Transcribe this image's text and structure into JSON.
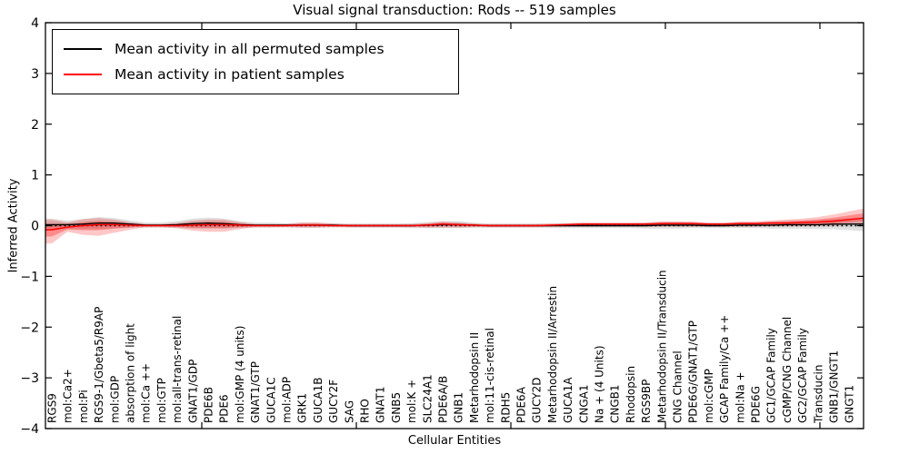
{
  "chart_data": {
    "type": "line",
    "title": "Visual signal transduction: Rods -- 519 samples",
    "xlabel": "Cellular Entities",
    "ylabel": "Inferred Activity",
    "ylim": [
      -4,
      4
    ],
    "ytick_values": [
      4,
      3,
      2,
      1,
      0,
      -1,
      -2,
      -3,
      -4
    ],
    "ytick_labels": [
      "4",
      "3",
      "2",
      "1",
      "0",
      "−1",
      "−2",
      "−3",
      "−4"
    ],
    "grid": false,
    "legend_position": "upper left",
    "zero_line": {
      "style": "dotted",
      "color": "#000000",
      "y": 0
    },
    "categories": [
      "RGS9",
      "mol:Ca2+",
      "mol:Pi",
      "RGS9-1/Gbeta5/R9AP",
      "mol:GDP",
      "absorption of light",
      "mol:Ca ++",
      "mol:GTP",
      "mol:all-trans-retinal",
      "GNAT1/GDP",
      "PDE6B",
      "PDE6",
      "mol:GMP (4 units)",
      "GNAT1/GTP",
      "GUCA1C",
      "mol:ADP",
      "GRK1",
      "GUCA1B",
      "GUCY2F",
      "SAG",
      "RHO",
      "GNAT1",
      "GNB5",
      "mol:K +",
      "SLC24A1",
      "PDE6A/B",
      "GNB1",
      "Metarhodopsin II",
      "mol:11-cis-retinal",
      "RDH5",
      "PDE6A",
      "GUCY2D",
      "Metarhodopsin II/Arrestin",
      "GUCA1A",
      "CNGA1",
      "Na + (4 Units)",
      "CNGB1",
      "Rhodopsin",
      "RGS9BP",
      "Metarhodopsin II/Transducin",
      "CNG Channel",
      "PDE6G/GNAT1/GTP",
      "mol:cGMP",
      "GCAP Family/Ca ++",
      "mol:Na +",
      "PDE6G",
      "GC1/GCAP Family",
      "cGMP/CNG Channel",
      "GC2/GCAP Family",
      "Transducin",
      "GNB1/GNGT1",
      "GNGT1"
    ],
    "series": [
      {
        "name": "Mean activity in all permuted samples",
        "color": "#000000",
        "band_color": "#bdbdbd",
        "values": [
          0.02,
          0.02,
          0.03,
          0.05,
          0.05,
          0.03,
          0.01,
          0.01,
          0.02,
          0.04,
          0.05,
          0.04,
          0.02,
          0.01,
          0.01,
          0.01,
          0.01,
          0.01,
          0.01,
          0.0,
          0.0,
          0.0,
          0.0,
          0.0,
          0.01,
          0.02,
          0.02,
          0.01,
          0.0,
          0.0,
          0.0,
          0.0,
          0.0,
          0.0,
          0.0,
          0.0,
          0.0,
          0.0,
          0.0,
          0.01,
          0.01,
          0.01,
          0.0,
          0.0,
          0.01,
          0.01,
          0.01,
          0.02,
          0.02,
          0.02,
          0.03,
          0.03
        ],
        "band_halfwidth": [
          0.12,
          0.08,
          0.1,
          0.12,
          0.1,
          0.07,
          0.05,
          0.05,
          0.07,
          0.1,
          0.11,
          0.1,
          0.07,
          0.05,
          0.05,
          0.04,
          0.05,
          0.05,
          0.04,
          0.04,
          0.04,
          0.04,
          0.04,
          0.05,
          0.06,
          0.07,
          0.07,
          0.05,
          0.04,
          0.04,
          0.04,
          0.04,
          0.05,
          0.05,
          0.05,
          0.05,
          0.05,
          0.05,
          0.06,
          0.07,
          0.07,
          0.06,
          0.05,
          0.05,
          0.06,
          0.06,
          0.07,
          0.08,
          0.08,
          0.09,
          0.1,
          0.12
        ]
      },
      {
        "name": "Mean activity in patient samples",
        "color": "#ff0000",
        "band_color": "#ff0000",
        "values": [
          -0.08,
          -0.03,
          0.0,
          0.02,
          0.02,
          0.01,
          0.0,
          0.0,
          0.0,
          0.01,
          0.02,
          0.02,
          0.01,
          0.0,
          0.0,
          0.0,
          0.01,
          0.01,
          0.0,
          0.0,
          0.0,
          0.0,
          0.0,
          0.0,
          0.01,
          0.03,
          0.02,
          0.01,
          0.0,
          0.0,
          0.0,
          0.0,
          0.01,
          0.02,
          0.03,
          0.03,
          0.03,
          0.03,
          0.03,
          0.04,
          0.04,
          0.04,
          0.03,
          0.03,
          0.04,
          0.04,
          0.05,
          0.05,
          0.06,
          0.07,
          0.09,
          0.12
        ],
        "upper": [
          0.12,
          0.06,
          0.13,
          0.15,
          0.12,
          0.07,
          0.03,
          0.03,
          0.05,
          0.1,
          0.12,
          0.12,
          0.07,
          0.03,
          0.03,
          0.03,
          0.06,
          0.06,
          0.04,
          0.03,
          0.03,
          0.03,
          0.03,
          0.03,
          0.05,
          0.08,
          0.06,
          0.04,
          0.03,
          0.03,
          0.03,
          0.03,
          0.04,
          0.05,
          0.06,
          0.06,
          0.06,
          0.06,
          0.06,
          0.08,
          0.08,
          0.08,
          0.06,
          0.06,
          0.08,
          0.08,
          0.1,
          0.12,
          0.14,
          0.17,
          0.22,
          0.28
        ],
        "lower": [
          -0.35,
          -0.12,
          -0.18,
          -0.2,
          -0.14,
          -0.08,
          -0.03,
          -0.03,
          -0.05,
          -0.1,
          -0.12,
          -0.12,
          -0.07,
          -0.03,
          -0.03,
          -0.03,
          -0.04,
          -0.04,
          -0.03,
          -0.03,
          -0.03,
          -0.03,
          -0.03,
          -0.03,
          -0.04,
          -0.04,
          -0.04,
          -0.03,
          -0.03,
          -0.03,
          -0.03,
          -0.03,
          -0.02,
          -0.02,
          -0.02,
          -0.02,
          -0.02,
          -0.02,
          -0.02,
          -0.02,
          -0.02,
          -0.02,
          -0.02,
          -0.02,
          -0.02,
          -0.02,
          -0.01,
          -0.01,
          -0.01,
          0.0,
          0.0,
          0.02
        ]
      }
    ]
  }
}
